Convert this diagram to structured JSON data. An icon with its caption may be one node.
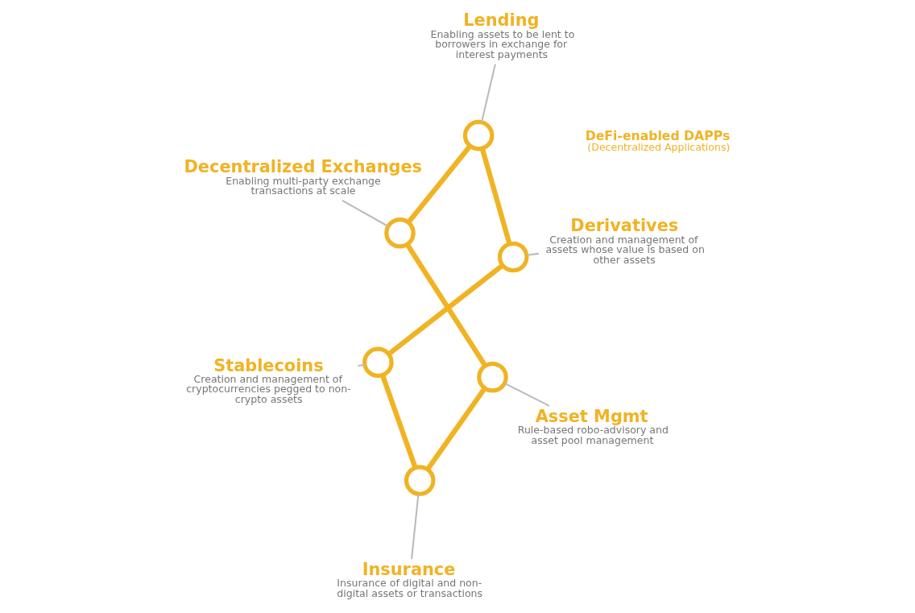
{
  "diagram": {
    "nodes": [
      {
        "text": [
          "Stablecoins",
          "Creation and management of cryptocurrencies pegged to non-crypto assets"
        ]
      },
      {
        "text": [
          "Derivatives",
          "Creation and management of assets whose value is based on other assets"
        ]
      },
      {
        "text": [
          "Insurance",
          "Insurance of digital and non-digital assets or transactions"
        ]
      },
      {
        "text": [
          "Lending",
          "Enabling assets to be lent to borrowers in exchange for interest payments"
        ]
      },
      {
        "text": [
          "Asset Mgmt",
          "Rule-based robo-advisory and asset pool management"
        ]
      },
      {
        "text": [
          "Decentralized Exchanges",
          "Enabling multi-party exchange transactions at scale"
        ]
      },
      {
        "text": [],
        "shape": "circle"
      },
      {
        "text": [],
        "shape": "circle"
      },
      {
        "text": [],
        "shape": "circle"
      },
      {
        "text": [],
        "shape": "circle"
      },
      {
        "text": [],
        "shape": "circle"
      },
      {
        "text": [],
        "shape": "circle"
      }
    ],
    "edges": [
      {
        "from": 6,
        "to": 8,
        "arrow": "none",
        "style": "thick",
        "color": "#f0b323"
      },
      {
        "from": 8,
        "to": 10,
        "arrow": "none",
        "style": "thick",
        "color": "#f0b323"
      },
      {
        "from": 10,
        "to": 11,
        "arrow": "none",
        "style": "thick",
        "color": "#f0b323"
      },
      {
        "from": 11,
        "to": 9,
        "arrow": "none",
        "style": "thick",
        "color": "#f0b323"
      },
      {
        "from": 9,
        "to": 7,
        "arrow": "none",
        "style": "thick",
        "color": "#f0b323"
      },
      {
        "from": 7,
        "to": 6,
        "arrow": "none",
        "style": "thick",
        "color": "#f0b323"
      },
      {
        "from": 0,
        "to": 6,
        "arrow": "none",
        "color": "#bbbbbb"
      },
      {
        "from": 1,
        "to": 7,
        "arrow": "none",
        "color": "#bbbbbb"
      },
      {
        "from": 2,
        "to": 8,
        "arrow": "none",
        "color": "#bbbbbb"
      },
      {
        "from": 3,
        "to": 9,
        "arrow": "none",
        "color": "#bbbbbb"
      },
      {
        "from": 4,
        "to": 10,
        "arrow": "none",
        "color": "#bbbbbb"
      },
      {
        "from": 5,
        "to": 11,
        "arrow": "none",
        "color": "#bbbbbb"
      }
    ],
    "labels": [
      "DeFi-enabled DAPPs",
      "(Decentralized Applications)"
    ]
  }
}
